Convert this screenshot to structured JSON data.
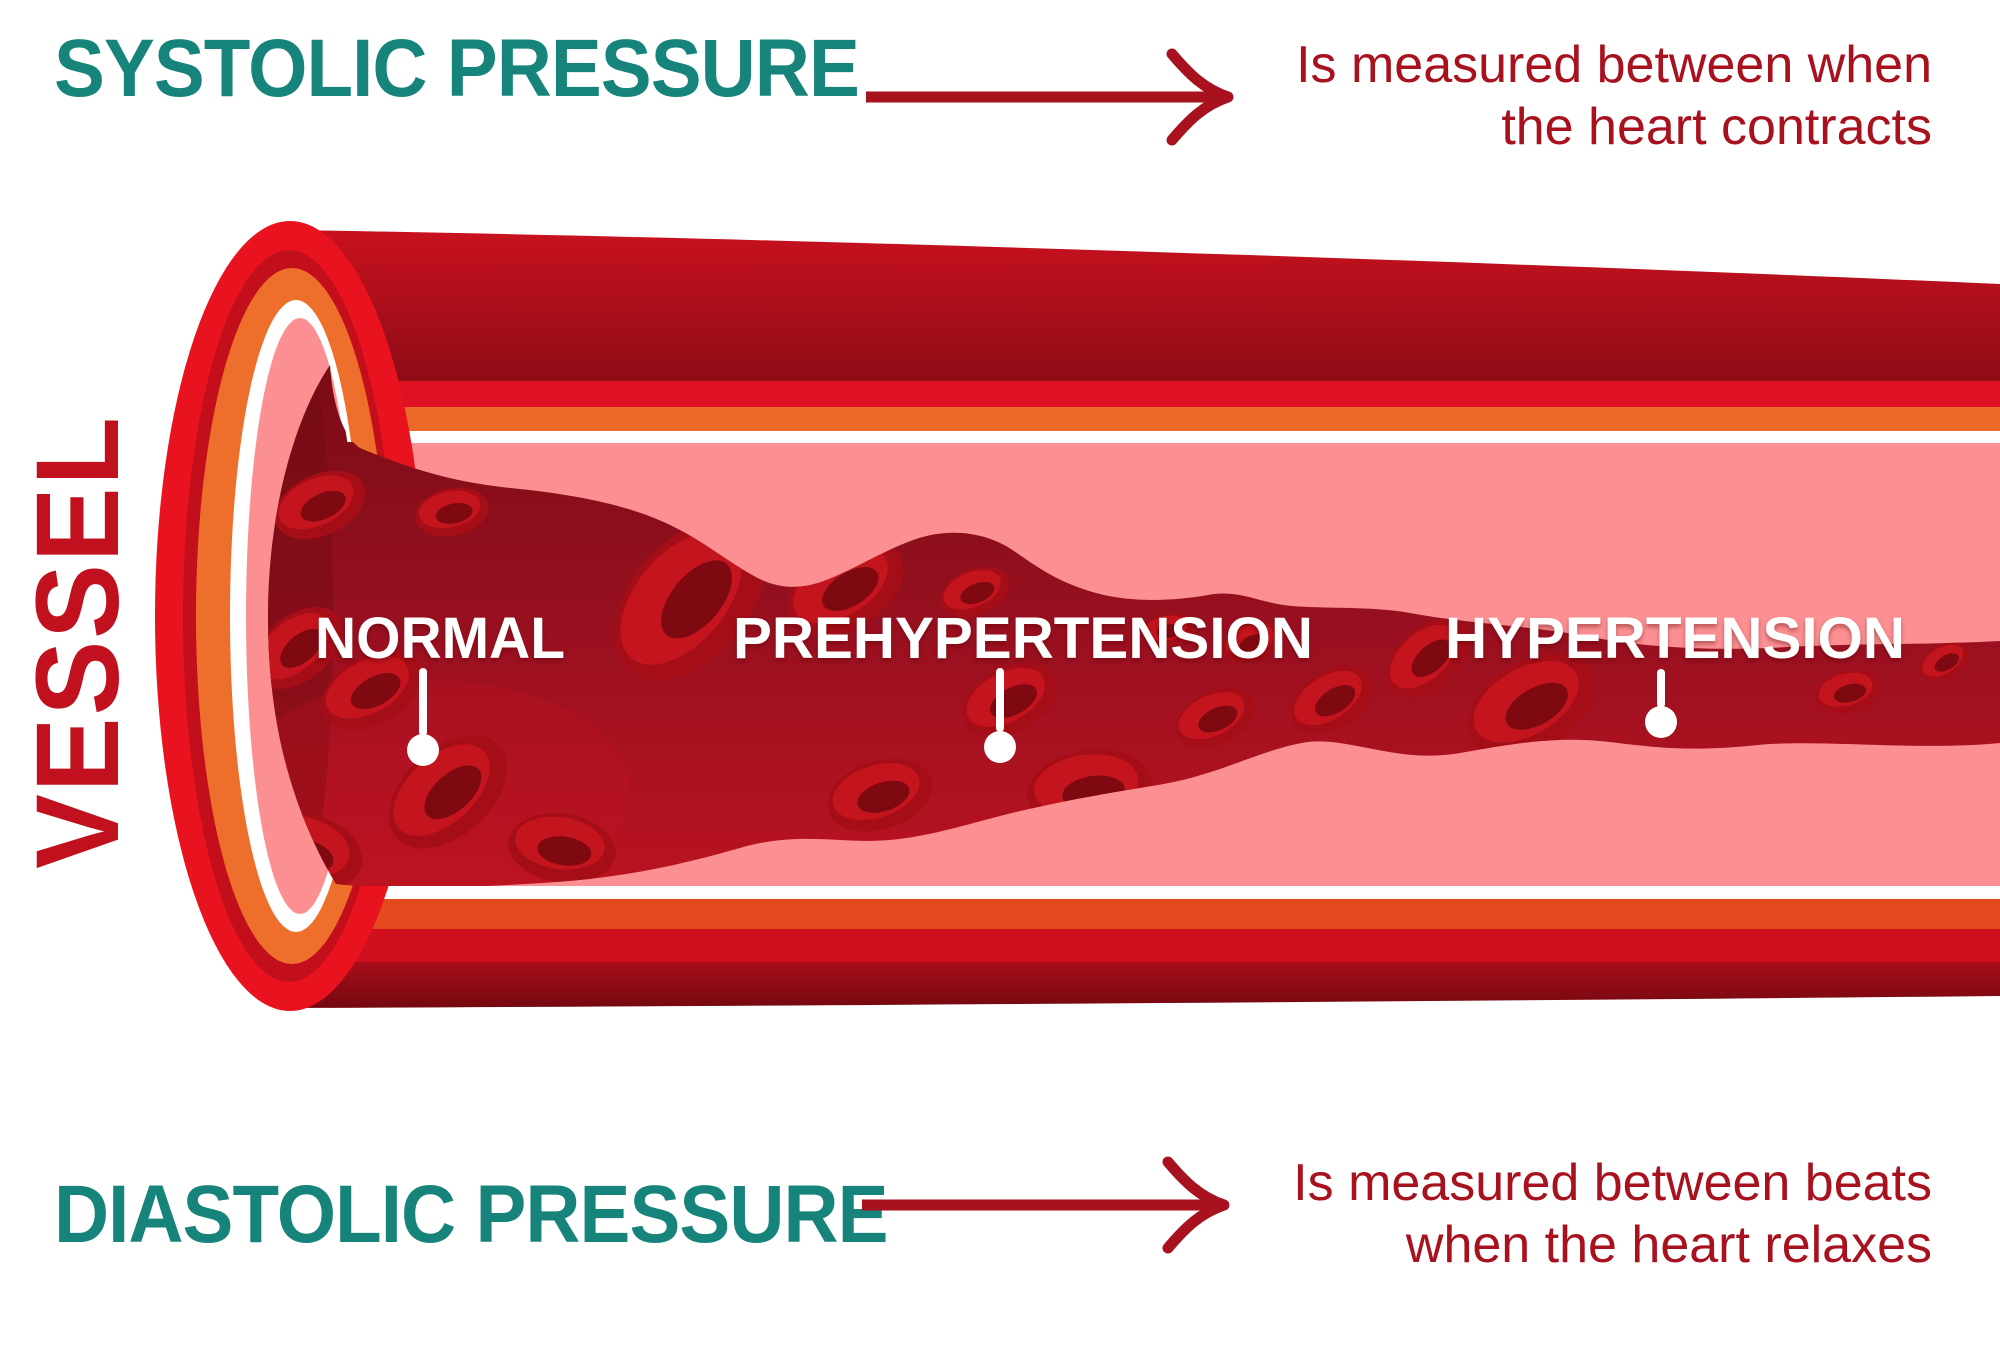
{
  "palette": {
    "teal": "#17847B",
    "dark_red_text": "#A8111E",
    "arrow_red": "#A8111E",
    "vessel_label_red": "#C1111E",
    "white": "#FFFFFF",
    "wall_bright_red": "#E9121F",
    "wall_dark_red_top": "#C9111F",
    "wall_orange": "#EC6A27",
    "lumen_pink": "#FB8F92",
    "blood_dark": "#7A0C15",
    "blood_light": "#BB1320"
  },
  "header_top": {
    "title": "SYSTOLIC PRESSURE",
    "annotation": [
      "Is measured between when",
      "the heart contracts"
    ]
  },
  "header_bottom": {
    "title": "DIASTOLIC PRESSURE",
    "annotation": [
      "Is measured between beats",
      "when the heart relaxes"
    ]
  },
  "vessel": {
    "side_label": "VESSEL",
    "stages": [
      {
        "label": "NORMAL"
      },
      {
        "label": "PREHYPERTENSION"
      },
      {
        "label": "HYPERTENSION"
      }
    ]
  }
}
